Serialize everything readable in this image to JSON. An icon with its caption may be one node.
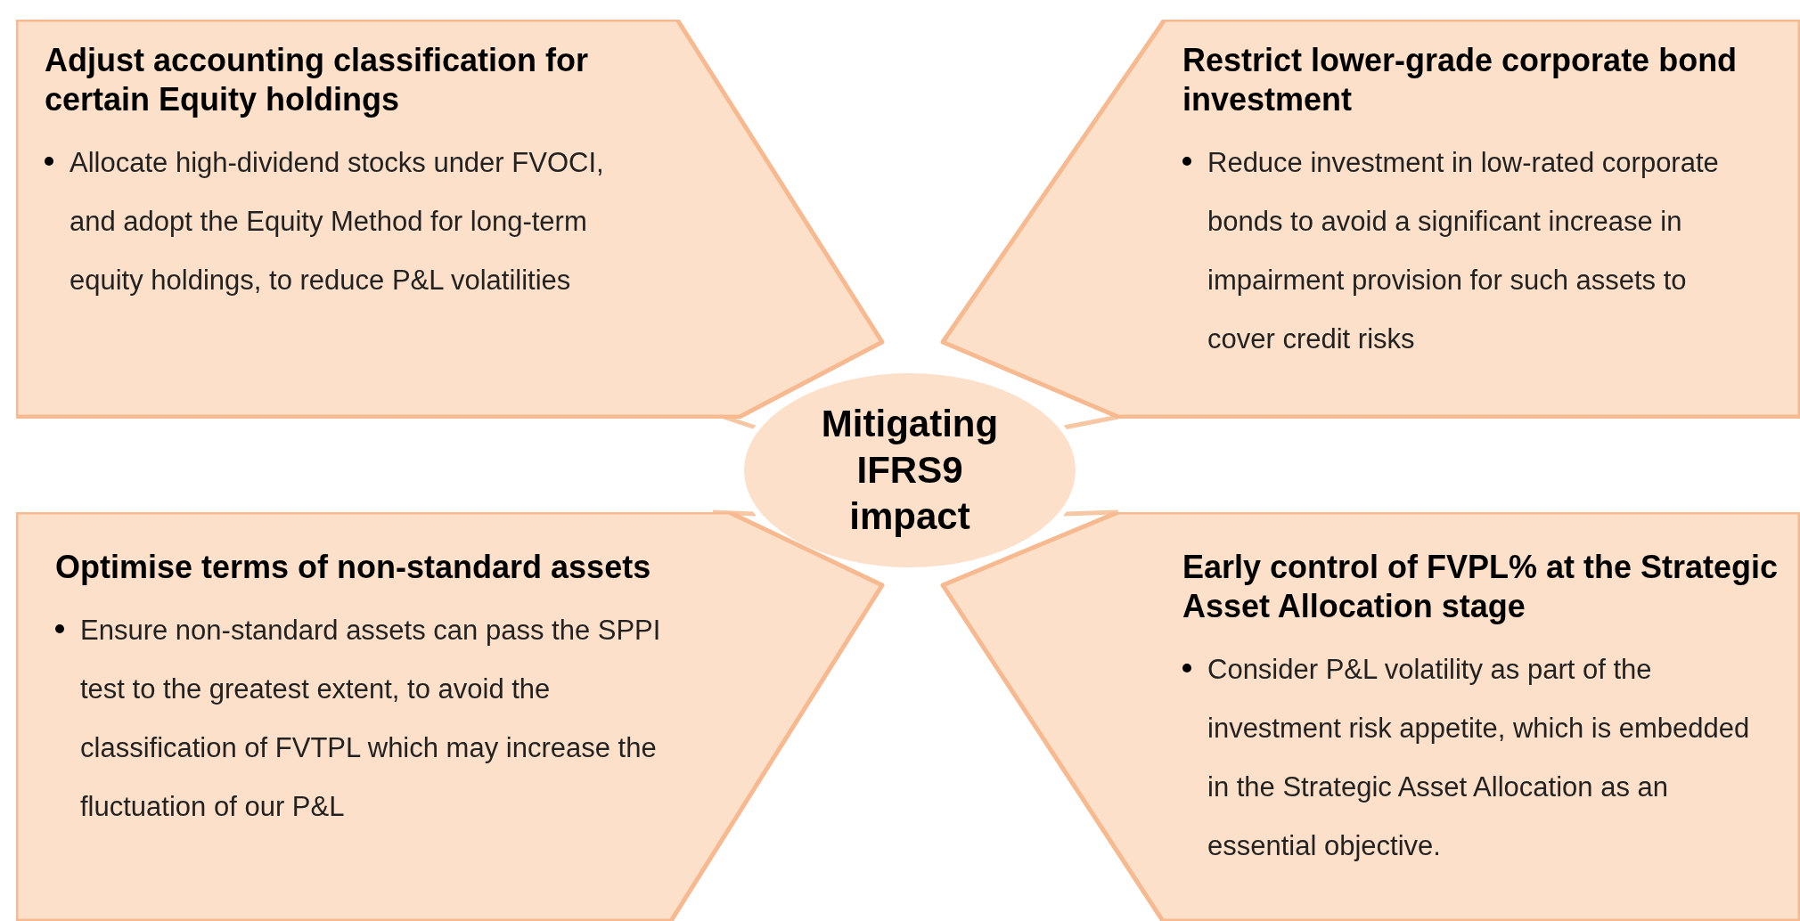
{
  "diagram": {
    "nodes": [
      {
        "text": [
          "Adjust accounting classification for certain Equity holdings",
          "Allocate high-dividend stocks under FVOCI, and adopt the Equity Method for long-term equity holdings, to reduce P&L volatilities"
        ]
      },
      {
        "text": [
          "Restrict lower-grade corporate bond investment",
          "Reduce investment in low-rated corporate bonds to avoid a significant increase in impairment provision for such assets to cover credit risks"
        ]
      },
      {
        "text": [
          "Mitigating IFRS9 impact"
        ]
      },
      {
        "text": [
          "Optimise terms of non-standard assets",
          "Ensure non-standard assets can pass the SPPI test to the greatest extent, to avoid the classification of FVTPL which may increase the fluctuation of our P&L"
        ]
      },
      {
        "text": [
          "Early control of FVPL% at the Strategic Asset Allocation stage",
          "Consider P&L volatility as part of the investment risk appetite, which is embedded in the Strategic Asset Allocation as an essential objective."
        ]
      }
    ],
    "edges": [
      {
        "from": 2,
        "to": 0,
        "arrow": "none"
      },
      {
        "from": 2,
        "to": 1,
        "arrow": "none"
      },
      {
        "from": 2,
        "to": 3,
        "arrow": "none"
      },
      {
        "from": 2,
        "to": 4,
        "arrow": "none"
      }
    ]
  }
}
